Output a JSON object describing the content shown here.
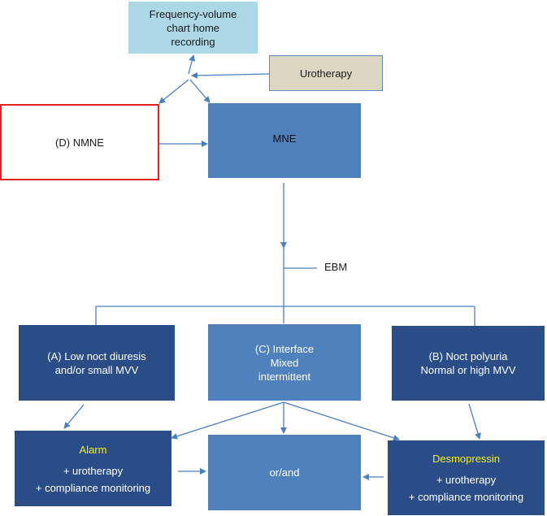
{
  "frequency_volume_box": {
    "lines": [
      "Frequency-volume",
      "chart home",
      "recording"
    ]
  },
  "urotherapy_box": {
    "label": "Urotherapy"
  },
  "nmne_box": {
    "label": "(D) NMNE"
  },
  "mne_box": {
    "label": "MNE"
  },
  "ebm_label": "EBM",
  "low_diuresis_box": {
    "lines": [
      "(A) Low noct diuresis",
      "and/or small MVV"
    ]
  },
  "interface_box": {
    "lines": [
      "(C) Interface",
      "Mixed",
      "intermittent"
    ]
  },
  "polyuria_box": {
    "lines": [
      "(B) Noct polyuria",
      "Normal or high MVV"
    ]
  },
  "alarm_box": {
    "title": "Alarm",
    "lines": [
      "+ urotherapy",
      "+ compliance monitoring"
    ]
  },
  "or_and_box": {
    "label": "or/and"
  },
  "desmopressin_box": {
    "title": "Desmopressin",
    "lines": [
      "+ urotherapy",
      "+ compliance monitoring"
    ]
  },
  "colors": {
    "light_blue": "#acd8e6",
    "beige": "#ddd7c2",
    "mid_blue": "#4f81bd",
    "dark_blue": "#2a4d87",
    "red_border": "#e0251f",
    "highlight_yellow": "#f4ef1c",
    "connector": "#4a7fc0"
  }
}
